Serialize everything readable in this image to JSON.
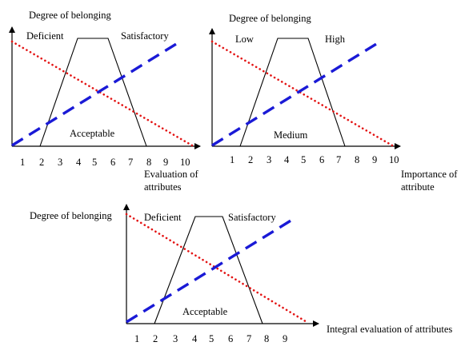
{
  "colors": {
    "decreasing": "#e31313",
    "increasing": "#1a1ad6",
    "trapezoid": "#000000"
  },
  "panels": [
    {
      "ylabel": "Degree of belonging",
      "xlabel_lines": [
        "Evaluation of",
        "attributes"
      ],
      "left_label": "Deficient",
      "right_label": "Satisfactory",
      "middle_label": "Acceptable",
      "ticks": [
        "1",
        "2",
        "3",
        "4",
        "5",
        "6",
        "7",
        "8",
        "9",
        "10"
      ]
    },
    {
      "ylabel": "Degree of belonging",
      "xlabel_lines": [
        "Importance of",
        "attribute"
      ],
      "left_label": "Low",
      "right_label": "High",
      "middle_label": "Medium",
      "ticks": [
        "1",
        "2",
        "3",
        "4",
        "5",
        "6",
        "7",
        "8",
        "9",
        "10"
      ]
    },
    {
      "ylabel": "Degree of belonging",
      "xlabel_lines": [
        "Integral evaluation of attributes"
      ],
      "left_label": "Deficient",
      "right_label": "Satisfactory",
      "middle_label": "Acceptable",
      "ticks": [
        "1",
        "2",
        "3",
        "4",
        "5",
        "6",
        "7",
        "8",
        "9"
      ]
    }
  ]
}
